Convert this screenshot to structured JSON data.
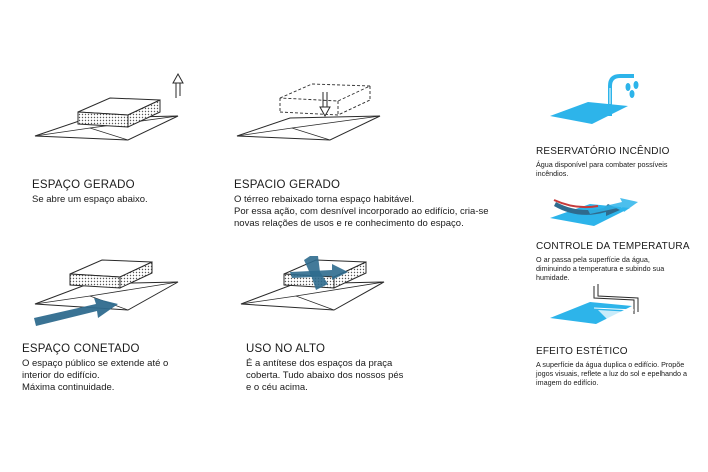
{
  "colors": {
    "blue": "#2db4ea",
    "dark_blue": "#2f6b8e",
    "line": "#2a2a2a",
    "hatch": "#555555"
  },
  "panels": [
    {
      "id": "espaco-gerado",
      "title": "ESPAÇO GERADO",
      "lines": [
        "Se abre um espaço abaixo."
      ]
    },
    {
      "id": "espacio-gerado",
      "title": "ESPACIO GERADO",
      "lines": [
        "O térreo rebaixado torna espaço habitável.",
        "Por essa ação, com desnível incorporado ao edifício, cria-se",
        "novas relações de usos e re conhecimento do espaço."
      ]
    },
    {
      "id": "espaco-conetado",
      "title": "ESPAÇO CONETADO",
      "lines": [
        "O espaço público se extende até o",
        "interior do edifício.",
        "Máxima continuidade."
      ]
    },
    {
      "id": "uso-no-alto",
      "title": "USO NO ALTO",
      "lines": [
        "É a antítese dos espaços da praça",
        "coberta. Tudo abaixo dos nossos pés",
        "e o céu  acima."
      ]
    }
  ],
  "side_panels": [
    {
      "id": "reservatorio",
      "title": "RESERVATÓRIO INCÊNDIO",
      "lines": [
        "Água disponível para combater possíveis",
        "incêndios."
      ]
    },
    {
      "id": "controle",
      "title": "CONTROLE DA TEMPERATURA",
      "lines": [
        "O ar passa pela superfície da água,",
        "diminuindo a temperatura e subindo sua",
        "humidade."
      ]
    },
    {
      "id": "efeito",
      "title": "EFEITO ESTÉTICO",
      "lines": [
        "A superfície da água duplica o edifício. Propõe",
        "jogos visuais, reflete a luz do sol e epelhando a",
        "imagem do edifício."
      ]
    }
  ]
}
